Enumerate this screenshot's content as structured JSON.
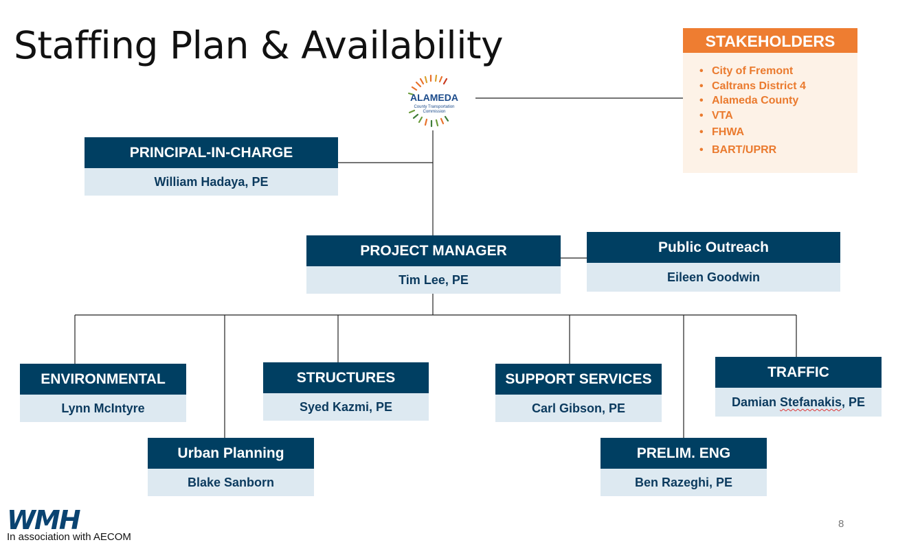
{
  "title": "Staffing Plan & Availability",
  "stakeholders": {
    "header": "STAKEHOLDERS",
    "items": [
      "City of Fremont",
      "Caltrans District 4",
      "Alameda County",
      "VTA",
      "FHWA",
      "BART/UPRR"
    ]
  },
  "logo": {
    "name": "ALAMEDA",
    "sub1": "County Transportation",
    "sub2": "Commission"
  },
  "principal": {
    "role": "PRINCIPAL-IN-CHARGE",
    "name": "William Hadaya, PE"
  },
  "pm": {
    "role": "PROJECT MANAGER",
    "name": "Tim Lee, PE"
  },
  "outreach": {
    "role": "Public Outreach",
    "name": "Eileen Goodwin"
  },
  "environmental": {
    "role": "ENVIRONMENTAL",
    "name": "Lynn McIntyre"
  },
  "structures": {
    "role": "STRUCTURES",
    "name": "Syed Kazmi, PE"
  },
  "support": {
    "role": "SUPPORT SERVICES",
    "name": "Carl Gibson, PE"
  },
  "traffic": {
    "role": "TRAFFIC",
    "name_pre": "Damian ",
    "name_mid": "Stefanakis",
    "name_post": ", PE"
  },
  "urban": {
    "role": "Urban Planning",
    "name": "Blake Sanborn"
  },
  "prelim": {
    "role": "PRELIM. ENG",
    "name": "Ben Razeghi, PE"
  },
  "footer": {
    "brand": "WMH",
    "tagline": "In association with AECOM",
    "page": "8"
  },
  "colors": {
    "header_navy": "#003f62",
    "name_bg": "#dde9f1",
    "accent_orange": "#ee7d31",
    "stake_bg": "#fdf2e7"
  }
}
